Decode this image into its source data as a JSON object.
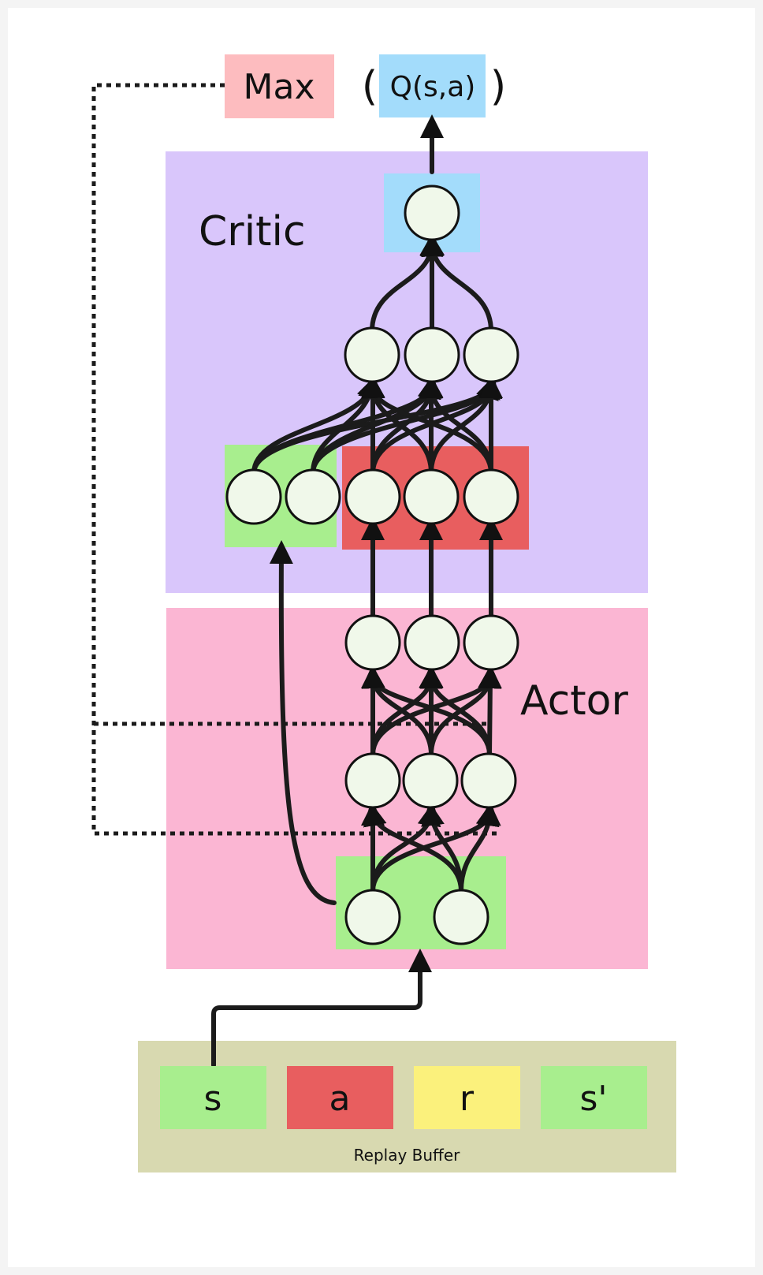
{
  "labels": {
    "max": "Max",
    "q_value": "Q(s,a)",
    "paren_open": "(",
    "paren_close": ")",
    "critic": "Critic",
    "actor": "Actor",
    "replay_buffer": "Replay Buffer"
  },
  "buffer_items": [
    "s",
    "a",
    "r",
    "s'"
  ],
  "colors": {
    "critic_bg": "#d9c6fb",
    "actor_bg": "#fbb6d3",
    "green": "#a8ee8e",
    "red": "#e85e5f",
    "yellow": "#fbf17c",
    "blue": "#a3dcfb",
    "pink_max": "#fdbcbf",
    "buffer_bg": "#d8d9b0",
    "node_fill": "#f0f8ea"
  }
}
